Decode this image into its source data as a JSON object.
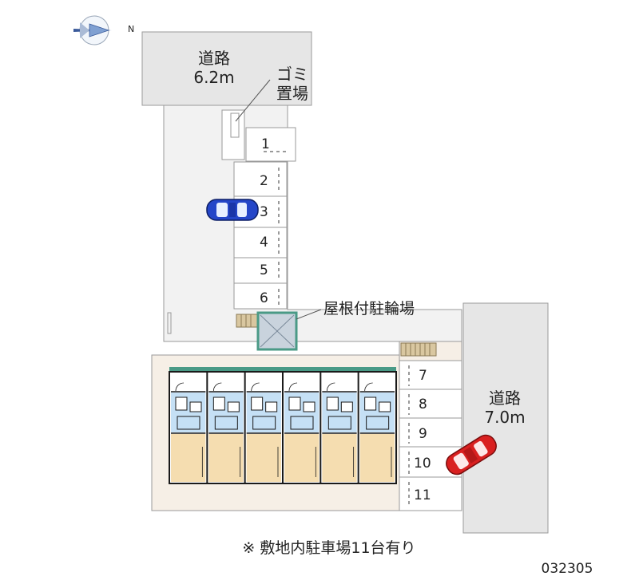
{
  "compass": {
    "north_label": "N",
    "icon": "compass-rose-icon"
  },
  "road_north": {
    "name": "道路",
    "width": "6.2m"
  },
  "road_east": {
    "name": "道路",
    "width": "7.0m"
  },
  "garbage": {
    "line1": "ゴミ",
    "line2": "置場"
  },
  "bicycle_parking": {
    "label": "屋根付駐輪場"
  },
  "parking_spaces": [
    "1",
    "2",
    "3",
    "4",
    "5",
    "6",
    "7",
    "8",
    "9",
    "10",
    "11"
  ],
  "note": "※ 敷地内駐車場11台有り",
  "code": "032305",
  "colors": {
    "road": "#e6e6e6",
    "lot": "#f2f2f2",
    "site": "#f6efe6",
    "room_blue": "#c5e0f5",
    "room_tan": "#f5ddb0",
    "wall": "#1a1a1a",
    "car_blue": "#2446c8",
    "car_red": "#d92020",
    "bike_shelter": "#c9d3dd",
    "roof_green": "#4a9a86"
  }
}
